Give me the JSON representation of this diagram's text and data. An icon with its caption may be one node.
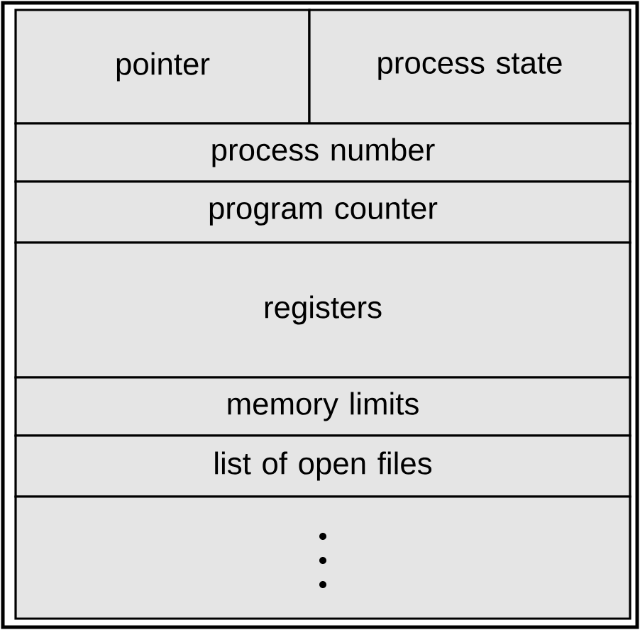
{
  "diagram": {
    "nodes": [
      {
        "text": [
          "pointer"
        ]
      },
      {
        "text": [
          "process state"
        ]
      },
      {
        "text": [
          "process number"
        ]
      },
      {
        "text": [
          "program counter"
        ]
      },
      {
        "text": [
          "registers"
        ]
      },
      {
        "text": [
          "memory limits"
        ]
      },
      {
        "text": [
          "list of open files"
        ]
      },
      {
        "text": [],
        "shape": "box"
      }
    ]
  }
}
